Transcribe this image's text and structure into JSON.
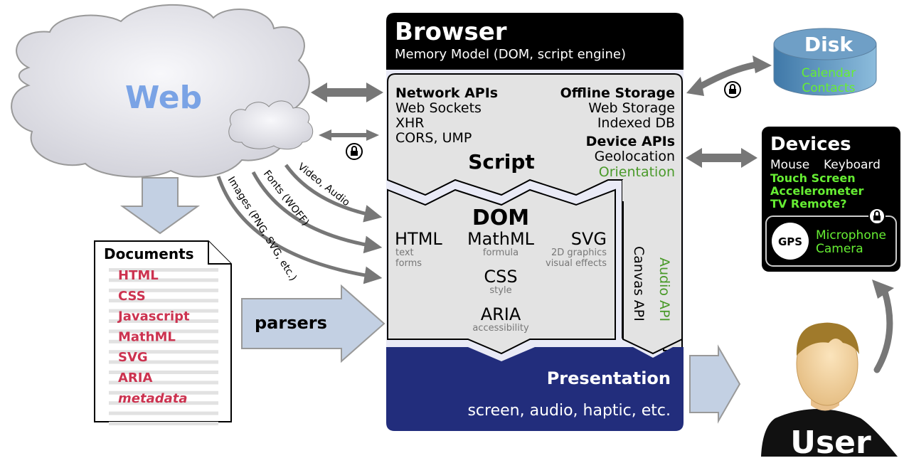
{
  "web": {
    "title": "Web"
  },
  "browser": {
    "title": "Browser",
    "subtitle": "Memory Model (DOM, script engine)",
    "script": {
      "label": "Script",
      "network": {
        "heading": "Network APIs",
        "items": [
          "Web Sockets",
          "XHR",
          "CORS, UMP"
        ]
      },
      "offline": {
        "heading": "Offline Storage",
        "items": [
          "Web Storage",
          "Indexed DB"
        ]
      },
      "device": {
        "heading": "Device APIs",
        "items": [
          "Geolocation",
          "Orientation"
        ]
      }
    },
    "dom": {
      "label": "DOM",
      "html": {
        "title": "HTML",
        "sub": [
          "text",
          "forms"
        ]
      },
      "mathml": {
        "title": "MathML",
        "sub": [
          "formula"
        ]
      },
      "svg": {
        "title": "SVG",
        "sub": [
          "2D graphics",
          "visual effects"
        ]
      },
      "css": {
        "title": "CSS",
        "sub": [
          "style"
        ]
      },
      "aria": {
        "title": "ARIA",
        "sub": [
          "accessibility"
        ]
      }
    },
    "canvas_api": "Canvas API",
    "audio_api": "Audio API",
    "presentation": {
      "title": "Presentation",
      "sub": "screen, audio, haptic, etc."
    }
  },
  "resources": {
    "video": "Video, Audio",
    "fonts": "Fonts (WOFF)",
    "images": "Images (PNG, SVG, etc.)"
  },
  "documents": {
    "title": "Documents",
    "items": [
      "HTML",
      "CSS",
      "Javascript",
      "MathML",
      "SVG",
      "ARIA",
      "metadata"
    ]
  },
  "parsers": "parsers",
  "disk": {
    "title": "Disk",
    "items": [
      "Calendar",
      "Contacts"
    ]
  },
  "devices": {
    "title": "Devices",
    "row1": [
      "Mouse",
      "Keyboard"
    ],
    "items": [
      "Touch Screen",
      "Accelerometer",
      "TV Remote?"
    ],
    "gps": "GPS",
    "secure_items": [
      "Microphone",
      "Camera"
    ]
  },
  "user": {
    "label": "User"
  },
  "colors": {
    "web_text": "#7aa3e5",
    "doc_text": "#cc3350",
    "green_text": "#4a9a2a",
    "bright_green": "#66ee33",
    "presentation_bg": "#222d7c",
    "arrow_gray": "#777777",
    "panel_gray": "#e3e3e3",
    "light_blue_arrow": "#c3d0e3"
  }
}
